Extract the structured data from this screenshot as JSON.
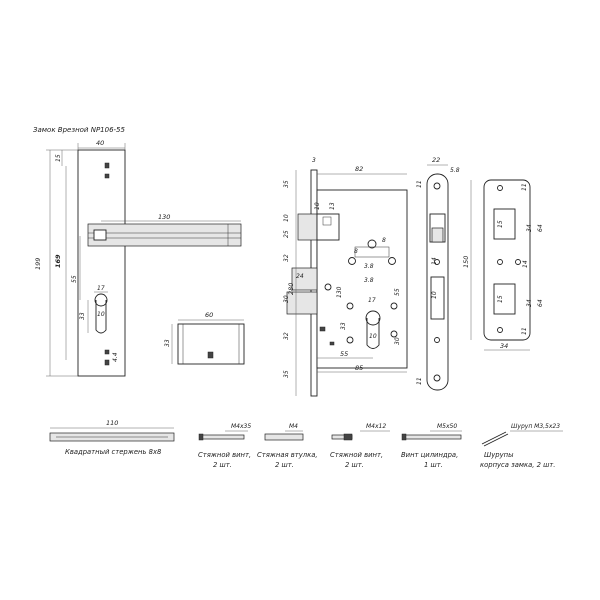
{
  "title": "Замок Врезной NP106-55",
  "dims": {
    "plate_width": "40",
    "lever_length": "130",
    "plate_height": "199",
    "screw_spacing": "169",
    "top_offset": "15",
    "lever_to_cyl": "55",
    "cyl_width": "17",
    "cyl_small": "10",
    "cyl_height": "33",
    "slot_size": "4.4",
    "cyl_length": "60",
    "cyl_profile": "33",
    "body_width": "82",
    "face_thick": "3",
    "face_height": "280",
    "top_35": "35",
    "latch_10": "10",
    "latch_25": "25",
    "gap_32": "32",
    "bolt_30": "30",
    "gap_32b": "32",
    "bot_35": "35",
    "latch_13": "13",
    "latch_10b": "10",
    "bolt_24": "24",
    "hole_8a": "8",
    "hole_8b": "8",
    "spacing_38": "3.8",
    "spacing_38b": "3.8",
    "spindle_130": "130",
    "backset_55": "55",
    "cyl_17": "17",
    "cyl_10": "10",
    "cyl_33": "33",
    "cyl_30": "30",
    "backset_55b": "55",
    "depth_85": "85",
    "face_width": "22",
    "face_58": "5.8",
    "face_11": "11",
    "face_11b": "11",
    "face_14": "14",
    "face_10": "10",
    "strike_width": "34",
    "strike_height": "150",
    "strike_15a": "15",
    "strike_15b": "15",
    "strike_34a": "34",
    "strike_64a": "64",
    "strike_34b": "34",
    "strike_64b": "64",
    "strike_11a": "11",
    "strike_11b": "11",
    "strike_14": "14"
  },
  "parts": [
    {
      "dim": "110",
      "label": "Квадратный стержень 8х8"
    },
    {
      "dim": "М4х35",
      "label": "Стяжной винт,",
      "qty": "2 шт."
    },
    {
      "dim": "М4",
      "label": "Стяжная втулка,",
      "qty": "2 шт."
    },
    {
      "dim": "М4х12",
      "label": "Стяжной винт,",
      "qty": "2 шт."
    },
    {
      "dim": "М5х50",
      "label": "Винт цилиндра,",
      "qty": "1 шт."
    },
    {
      "dim": "Шуруп М3,5х23",
      "label": "Шурупы",
      "qty": "корпуса замка, 2 шт."
    }
  ]
}
